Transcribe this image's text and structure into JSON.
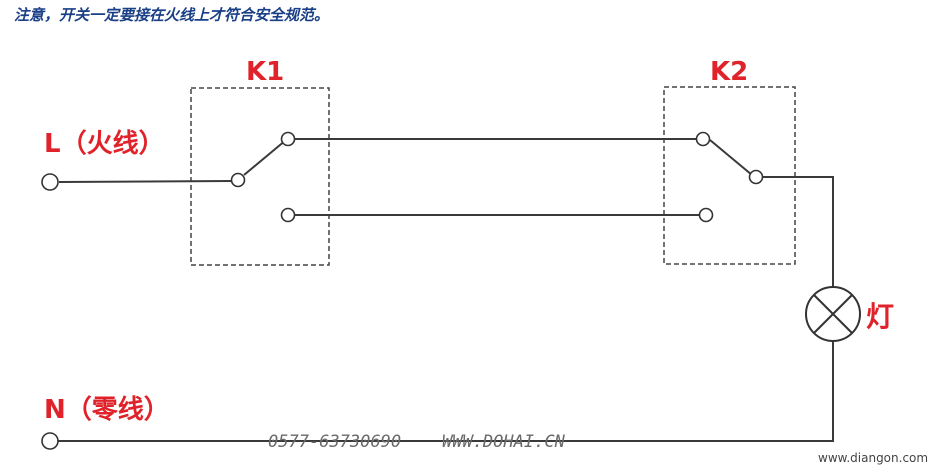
{
  "note": "注意，开关一定要接在火线上才符合安全规范。",
  "labels": {
    "live": "L（火线）",
    "neutral": "N（零线）",
    "switch1": "K1",
    "switch2": "K2",
    "lamp": "灯"
  },
  "watermarks": {
    "phone_url": "0577-63730690    WWW.DOHAI.CN",
    "site": "www.diangon.com"
  },
  "colors": {
    "label_red": "#e0232a",
    "note_blue": "#1a3f86",
    "wire": "#3a3a3a"
  }
}
